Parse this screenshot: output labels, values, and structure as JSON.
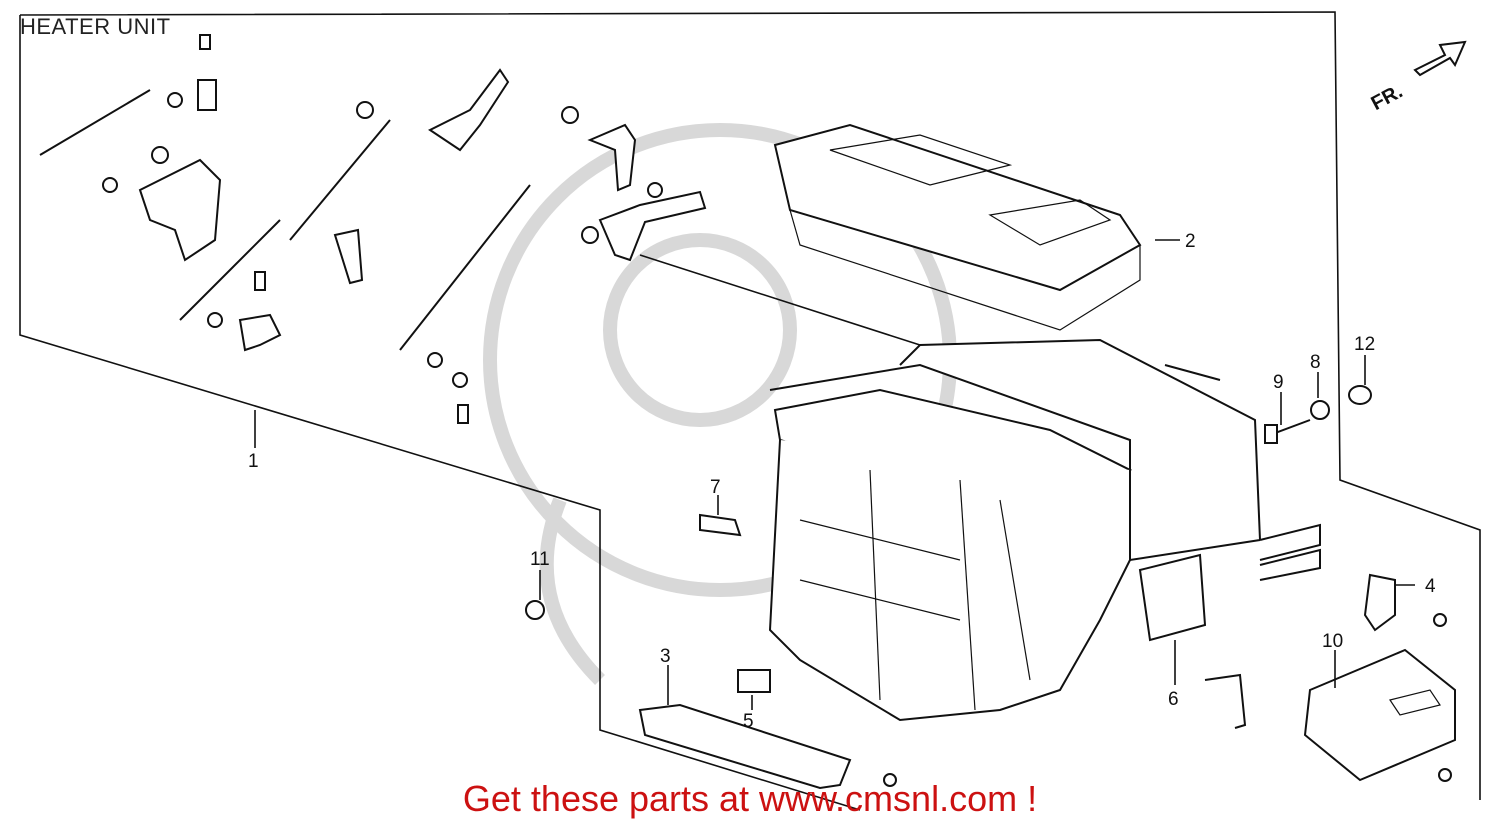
{
  "title": "HEATER UNIT",
  "direction_label": "FR.",
  "banner": "Get these parts at www.cmsnl.com !",
  "callouts": {
    "c1": "1",
    "c2": "2",
    "c3": "3",
    "c4": "4",
    "c5": "5",
    "c6": "6",
    "c7": "7",
    "c8": "8",
    "c9": "9",
    "c10": "10",
    "c11": "11",
    "c12": "12"
  },
  "colors": {
    "banner": "#cc1111",
    "lines": "#111111",
    "watermark": "#d8d8d8"
  }
}
